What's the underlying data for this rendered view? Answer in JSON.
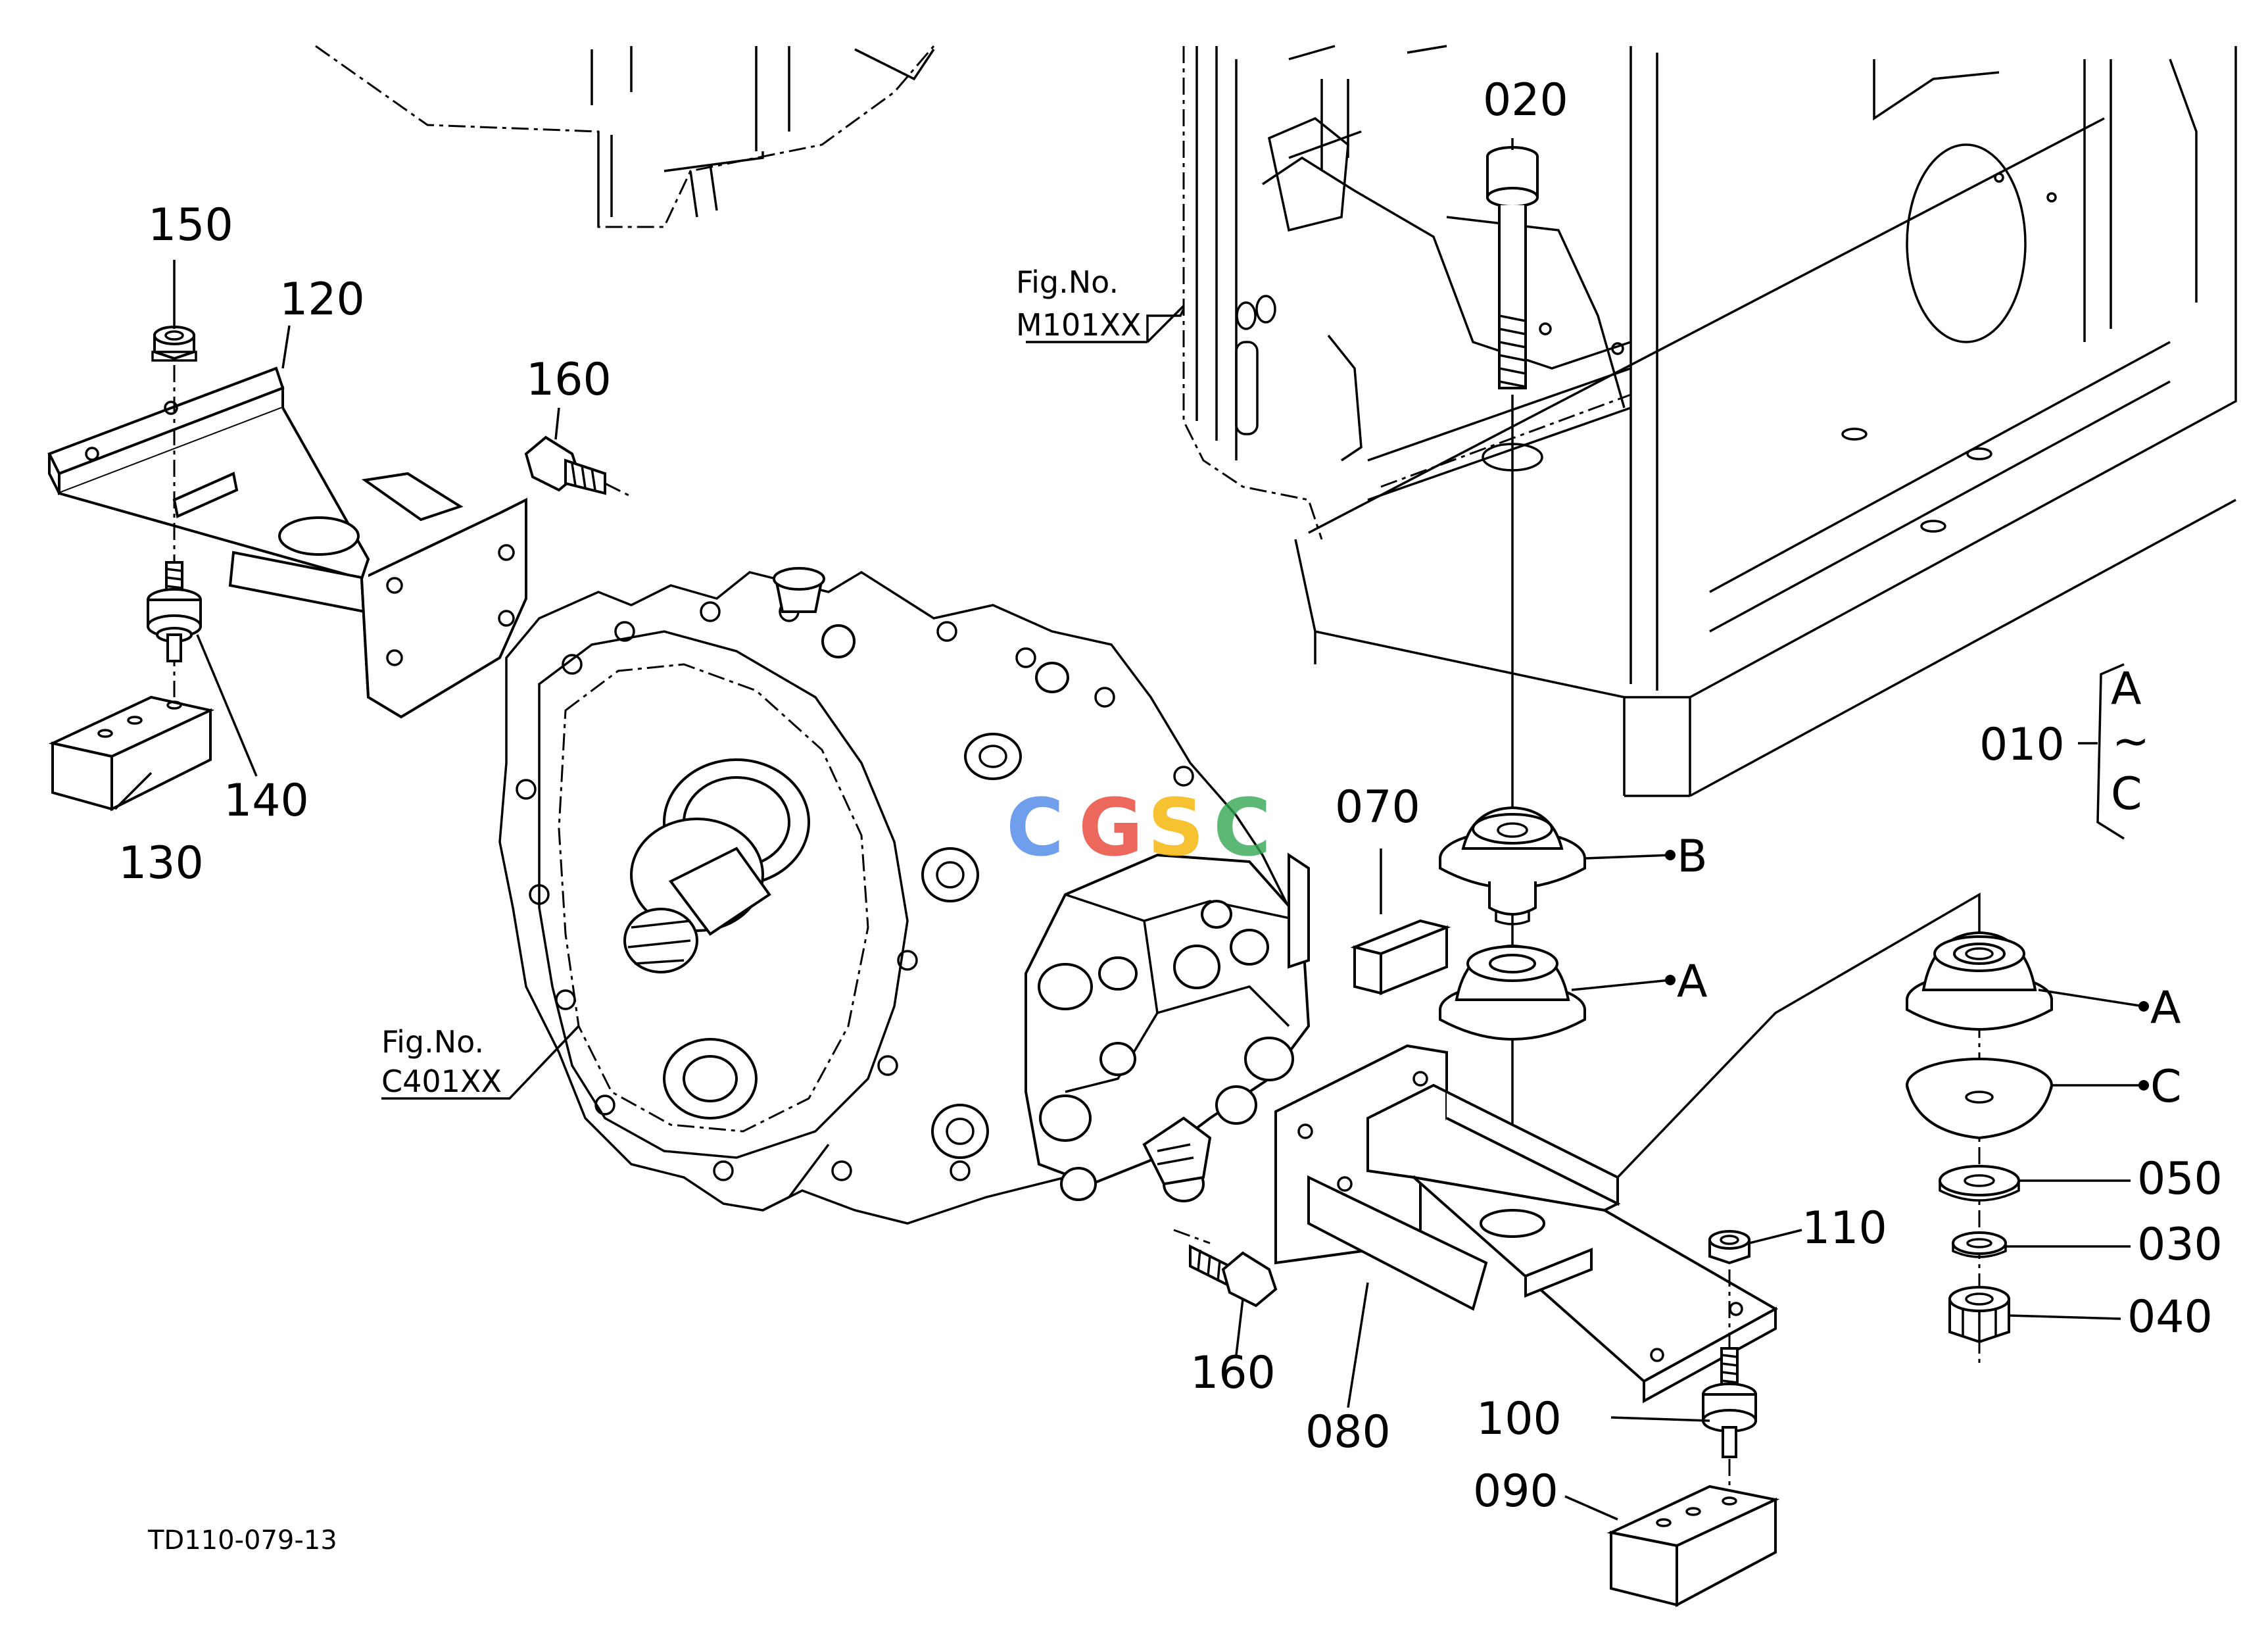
{
  "labels": {
    "p010": "010",
    "p020": "020",
    "p030": "030",
    "p040": "040",
    "p050": "050",
    "p070": "070",
    "p080": "080",
    "p090": "090",
    "p100": "100",
    "p110": "110",
    "p120": "120",
    "p130": "130",
    "p140": "140",
    "p150": "150",
    "p160_top": "160",
    "p160_bottom": "160"
  },
  "callouts": {
    "a1": "A",
    "b1": "B",
    "a2": "A",
    "c2": "C",
    "range_top": "A",
    "range_sep": "~",
    "range_bottom": "C"
  },
  "references": {
    "fig_label_1": "Fig.No.",
    "fig_code_1": "M101XX",
    "fig_label_2": "Fig.No.",
    "fig_code_2": "C401XX"
  },
  "watermark": {
    "letters": [
      "C",
      "G",
      "S",
      "C"
    ],
    "colors": [
      "#4A86E8",
      "#E84335",
      "#F5B400",
      "#34A853"
    ]
  },
  "drawing_code": "TD110-079-13"
}
